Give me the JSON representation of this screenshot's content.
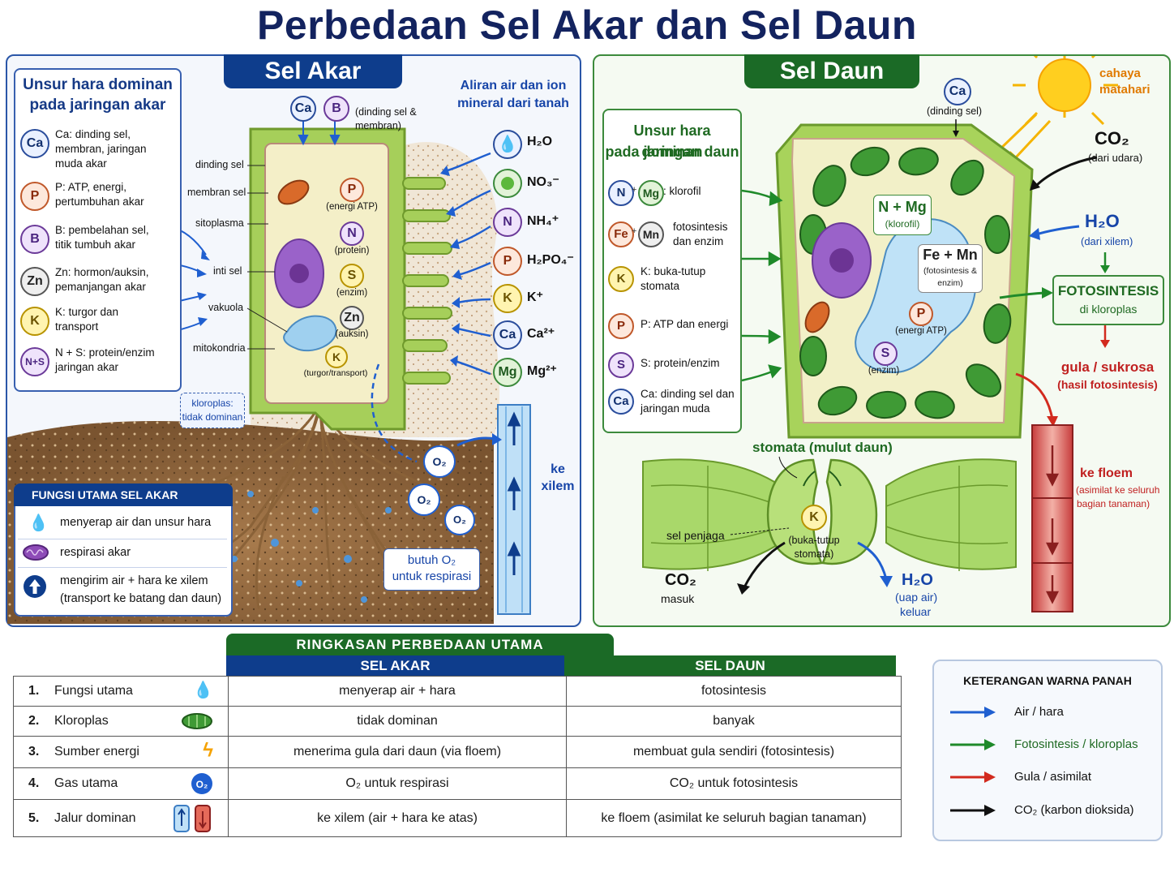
{
  "title": "Perbedaan Sel Akar dan Sel Daun",
  "akar": {
    "tab": "Sel Akar",
    "nutrient_box": {
      "title_1": "Unsur hara dominan",
      "title_2": "pada jaringan akar",
      "items": [
        {
          "symbol": "Ca",
          "line1": "Ca: dinding sel,",
          "line2": "membran, jaringan",
          "line3": "muda akar"
        },
        {
          "symbol": "P",
          "line1": "P: ATP, energi,",
          "line2": "pertumbuhan akar",
          "line3": ""
        },
        {
          "symbol": "B",
          "line1": "B: pembelahan sel,",
          "line2": "titik tumbuh akar",
          "line3": ""
        },
        {
          "symbol": "Zn",
          "line1": "Zn: hormon/auksin,",
          "line2": "pemanjangan akar",
          "line3": ""
        },
        {
          "symbol": "K",
          "line1": "K: turgor dan",
          "line2": "transport",
          "line3": ""
        },
        {
          "symbol": "N+S",
          "line1": "N + S: protein/enzim",
          "line2": "jaringan akar",
          "line3": ""
        }
      ]
    },
    "top_ions": {
      "ca": "Ca",
      "b": "B",
      "label_1": "(dinding sel &",
      "label_2": "membran)"
    },
    "cell_labels": [
      "dinding sel",
      "membran sel",
      "sitoplasma",
      "inti sel",
      "vakuola",
      "mitokondria"
    ],
    "cell_inner": [
      {
        "symbol": "P",
        "label": "(energi ATP)"
      },
      {
        "symbol": "N",
        "label": "(protein)"
      },
      {
        "symbol": "S",
        "label": "(enzim)"
      },
      {
        "symbol": "Zn",
        "label": "(auksin)"
      },
      {
        "symbol": "K",
        "label": "(turgor/transport)"
      }
    ],
    "aliran_1": "Aliran air dan ion",
    "aliran_2": "mineral dari tanah",
    "ions": [
      "H₂O",
      "NO₃⁻",
      "NH₄⁺",
      "H₂PO₄⁻",
      "K⁺",
      "Ca²⁺",
      "Mg²⁺"
    ],
    "ion_symbols": [
      "N",
      "P",
      "K",
      "Ca",
      "Mg"
    ],
    "kloroplas_1": "kloroplas:",
    "kloroplas_2": "tidak dominan",
    "o2": "O₂",
    "butuh_1": "butuh O₂",
    "butuh_2": "untuk respirasi",
    "ke_1": "ke",
    "ke_2": "xilem",
    "fungsi": {
      "title": "FUNGSI UTAMA SEL AKAR",
      "items": [
        "menyerap air dan unsur hara",
        "respirasi akar",
        "mengirim air + hara ke xilem",
        "(transport ke batang dan daun)"
      ]
    }
  },
  "daun": {
    "tab": "Sel Daun",
    "nutrient_box": {
      "title_1": "Unsur hara dominan",
      "title_2": "pada jaringan daun",
      "items": [
        {
          "sym1": "N",
          "sym2": "Mg",
          "text": ": klorofil",
          "text2": ""
        },
        {
          "sym1": "Fe",
          "sym2": "Mn",
          "text": "fotosintesis",
          "text2": "dan enzim"
        },
        {
          "sym1": "K",
          "sym2": "",
          "text": "K: buka-tutup",
          "text2": "stomata"
        },
        {
          "sym1": "P",
          "sym2": "",
          "text": "P: ATP dan energi",
          "text2": ""
        },
        {
          "sym1": "S",
          "sym2": "",
          "text": "S: protein/enzim",
          "text2": ""
        },
        {
          "sym1": "Ca",
          "sym2": "",
          "text": "Ca: dinding sel dan",
          "text2": "jaringan muda"
        }
      ]
    },
    "ca_top": "Ca",
    "ca_label": "(dinding sel)",
    "cahaya_1": "cahaya",
    "cahaya_2": "matahari",
    "co2": "CO₂",
    "co2_sub": "(dari udara)",
    "h2o": "H₂O",
    "h2o_sub": "(dari xilem)",
    "nmg": "N + Mg",
    "nmg_sub": "(klorofil)",
    "femn": "Fe + Mn",
    "femn_sub_1": "(fotosintesis &",
    "femn_sub_2": "enzim)",
    "p_cell": "P",
    "p_cell_label": "(energi ATP)",
    "s_cell": "S",
    "s_cell_label": "(enzim)",
    "fotosintesis": "FOTOSINTESIS",
    "fotosintesis_sub": "di kloroplas",
    "gula_1": "gula / sukrosa",
    "gula_2": "(hasil fotosintesis)",
    "floem_1": "ke floem",
    "floem_2": "(asimilat ke seluruh",
    "floem_3": "bagian tanaman)",
    "stomata_title": "stomata (mulut daun)",
    "sel_penjaga": "sel penjaga",
    "k": "K",
    "buka_1": "(buka-tutup",
    "buka_2": "stomata)",
    "co2_masuk": "CO₂",
    "masuk": "masuk",
    "h2o_out": "H₂O",
    "uap": "(uap air)",
    "keluar": "keluar"
  },
  "summary": {
    "title": "RINGKASAN PERBEDAAN UTAMA",
    "col_akar": "SEL AKAR",
    "col_daun": "SEL DAUN",
    "rows": [
      {
        "num": "1.",
        "label": "Fungsi utama",
        "akar": "menyerap air + hara",
        "daun": "fotosintesis"
      },
      {
        "num": "2.",
        "label": "Kloroplas",
        "akar": "tidak dominan",
        "daun": "banyak"
      },
      {
        "num": "3.",
        "label": "Sumber energi",
        "akar": "menerima gula dari daun (via floem)",
        "daun": "membuat gula sendiri (fotosintesis)"
      },
      {
        "num": "4.",
        "label": "Gas utama",
        "akar": "O₂ untuk respirasi",
        "daun": "CO₂ untuk fotosintesis"
      },
      {
        "num": "5.",
        "label": "Jalur dominan",
        "akar": "ke xilem (air + hara ke atas)",
        "daun": "ke floem (asimilat ke seluruh bagian tanaman)"
      }
    ]
  },
  "legend": {
    "title": "KETERANGAN WARNA PANAH",
    "items": [
      {
        "label": "Air / hara",
        "color": "#1f5fd0"
      },
      {
        "label": "Fotosintesis / kloroplas",
        "color": "#1f8a2a"
      },
      {
        "label": "Gula / asimilat",
        "color": "#d22a1e"
      },
      {
        "label": "CO₂ (karbon dioksida)",
        "color": "#111111"
      }
    ]
  }
}
